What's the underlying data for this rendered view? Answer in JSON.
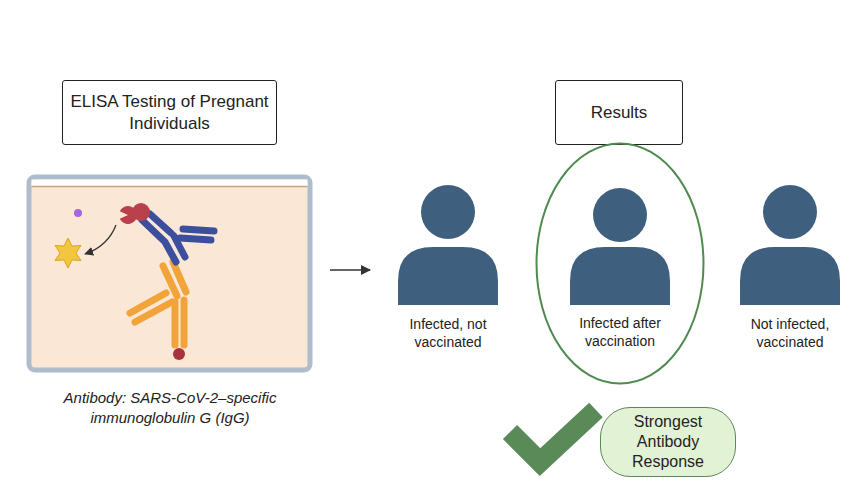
{
  "diagram": {
    "nodes": [
      {
        "text": [
          "ELISA Testing of Pregnant Individuals"
        ]
      },
      {
        "text": [
          "Results"
        ]
      },
      {
        "text": [
          "Infected, not vaccinated"
        ]
      },
      {
        "text": [
          "Infected after vaccination"
        ]
      },
      {
        "text": [
          "Not infected, vaccinated"
        ]
      },
      {
        "text": [
          "Strongest Antibody Response"
        ]
      }
    ],
    "labels": [
      "Antibody: SARS-CoV-2–specific immunoglobulin G (IgG)"
    ]
  }
}
